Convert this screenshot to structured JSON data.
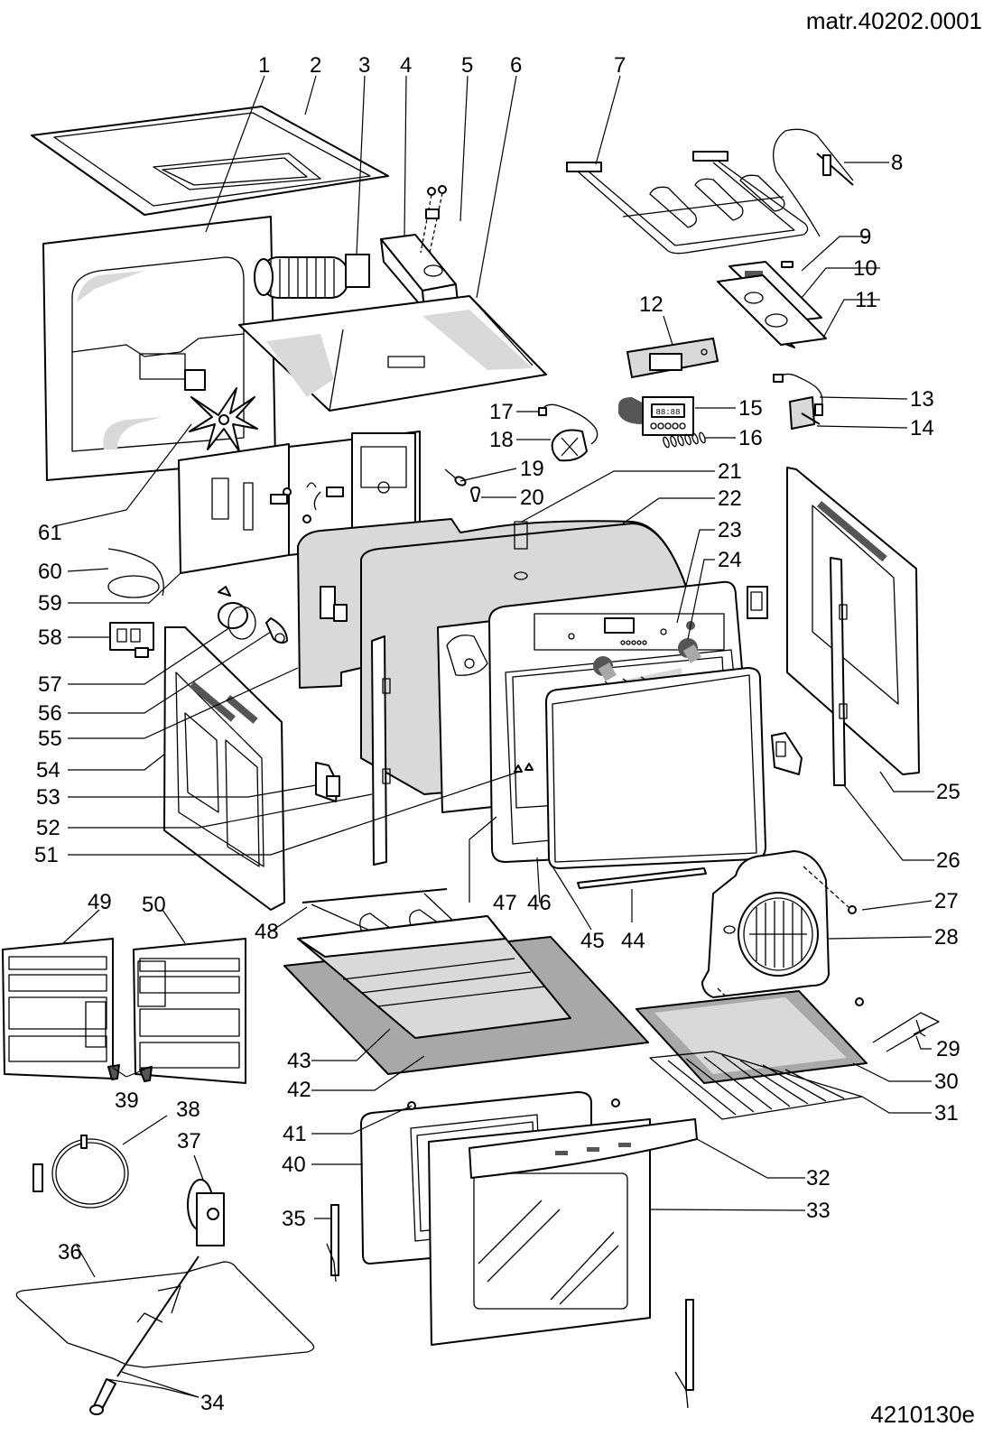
{
  "header": {
    "material_ref": "matr.40202.0001"
  },
  "footer": {
    "drawing_code": "4210130e"
  },
  "diagram": {
    "title": "Oven exploded parts view",
    "callouts": [
      {
        "id": "1",
        "label": "1"
      },
      {
        "id": "2",
        "label": "2"
      },
      {
        "id": "3",
        "label": "3"
      },
      {
        "id": "4",
        "label": "4"
      },
      {
        "id": "5",
        "label": "5"
      },
      {
        "id": "6",
        "label": "6"
      },
      {
        "id": "7",
        "label": "7"
      },
      {
        "id": "8",
        "label": "8"
      },
      {
        "id": "9",
        "label": "9"
      },
      {
        "id": "10",
        "label": "10"
      },
      {
        "id": "11",
        "label": "11"
      },
      {
        "id": "12",
        "label": "12"
      },
      {
        "id": "13",
        "label": "13"
      },
      {
        "id": "14",
        "label": "14"
      },
      {
        "id": "15",
        "label": "15"
      },
      {
        "id": "16",
        "label": "16"
      },
      {
        "id": "17",
        "label": "17"
      },
      {
        "id": "18",
        "label": "18"
      },
      {
        "id": "19",
        "label": "19"
      },
      {
        "id": "20",
        "label": "20"
      },
      {
        "id": "21",
        "label": "21"
      },
      {
        "id": "22",
        "label": "22"
      },
      {
        "id": "23",
        "label": "23"
      },
      {
        "id": "24",
        "label": "24"
      },
      {
        "id": "25",
        "label": "25"
      },
      {
        "id": "26",
        "label": "26"
      },
      {
        "id": "27",
        "label": "27"
      },
      {
        "id": "28",
        "label": "28"
      },
      {
        "id": "29",
        "label": "29"
      },
      {
        "id": "30",
        "label": "30"
      },
      {
        "id": "31",
        "label": "31"
      },
      {
        "id": "32",
        "label": "32"
      },
      {
        "id": "33",
        "label": "33"
      },
      {
        "id": "34",
        "label": "34"
      },
      {
        "id": "35",
        "label": "35"
      },
      {
        "id": "36",
        "label": "36"
      },
      {
        "id": "37",
        "label": "37"
      },
      {
        "id": "38",
        "label": "38"
      },
      {
        "id": "39",
        "label": "39"
      },
      {
        "id": "40",
        "label": "40"
      },
      {
        "id": "41",
        "label": "41"
      },
      {
        "id": "42",
        "label": "42"
      },
      {
        "id": "43",
        "label": "43"
      },
      {
        "id": "44",
        "label": "44"
      },
      {
        "id": "45",
        "label": "45"
      },
      {
        "id": "46",
        "label": "46"
      },
      {
        "id": "47",
        "label": "47"
      },
      {
        "id": "48",
        "label": "48"
      },
      {
        "id": "49",
        "label": "49"
      },
      {
        "id": "50",
        "label": "50"
      },
      {
        "id": "51",
        "label": "51"
      },
      {
        "id": "52",
        "label": "52"
      },
      {
        "id": "53",
        "label": "53"
      },
      {
        "id": "54",
        "label": "54"
      },
      {
        "id": "55",
        "label": "55"
      },
      {
        "id": "56",
        "label": "56"
      },
      {
        "id": "57",
        "label": "57"
      },
      {
        "id": "58",
        "label": "58"
      },
      {
        "id": "59",
        "label": "59"
      },
      {
        "id": "60",
        "label": "60"
      },
      {
        "id": "61",
        "label": "61"
      }
    ],
    "timer_display": "88:88"
  }
}
